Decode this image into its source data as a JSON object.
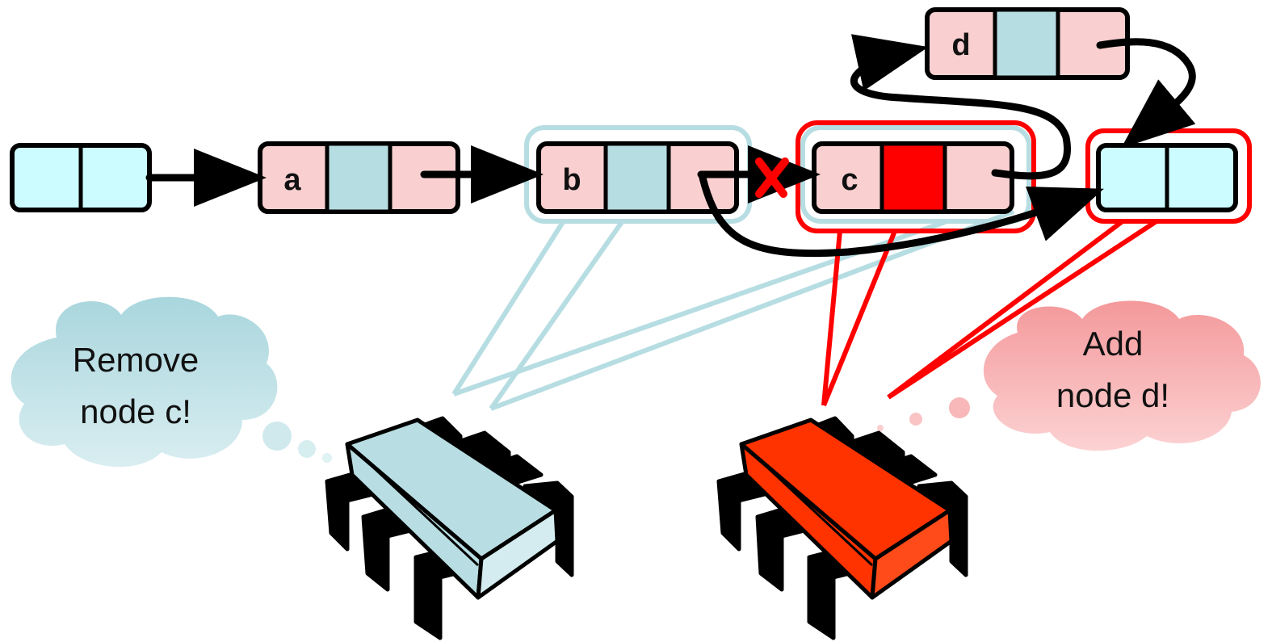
{
  "diagram": {
    "nodes": [
      {
        "id": "head",
        "label": ""
      },
      {
        "id": "a",
        "label": "a"
      },
      {
        "id": "b",
        "label": "b"
      },
      {
        "id": "c",
        "label": "c"
      },
      {
        "id": "tail",
        "label": ""
      },
      {
        "id": "d",
        "label": "d"
      }
    ],
    "thoughts": {
      "left_line1": "Remove",
      "left_line2": "node c!",
      "right_line1": "Add",
      "right_line2": "node d!"
    },
    "colors": {
      "node_pink": "#f9cfd0",
      "node_teal": "#b6dde2",
      "node_cyan": "#ccfcff",
      "lock_blue": "#b6dde2",
      "lock_red": "#ff0000",
      "chip_blue": "#b8dee3",
      "chip_red": "#ff3300",
      "cloud_blue": "#b5dce2",
      "cloud_pink": "#f7a2a4"
    },
    "actors": [
      {
        "name": "processor-blue",
        "intent": "remove c"
      },
      {
        "name": "processor-red",
        "intent": "add d"
      }
    ]
  }
}
